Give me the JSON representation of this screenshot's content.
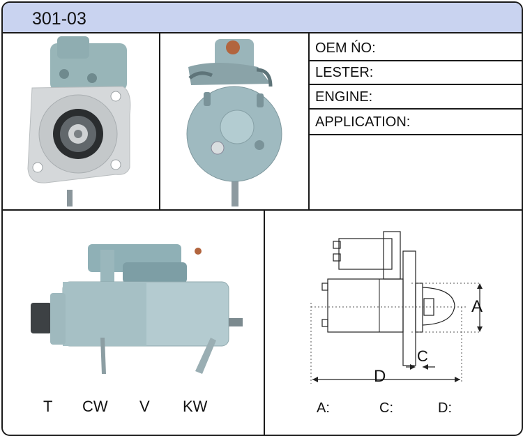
{
  "header": {
    "title": "301-03"
  },
  "spec_fields": [
    {
      "label": "OEM ŃO:"
    },
    {
      "label": "LESTER:"
    },
    {
      "label": "ENGINE:"
    },
    {
      "label": "APPLICATION:"
    }
  ],
  "rotation_labels": {
    "t": "T",
    "cw": "CW",
    "v": "V",
    "kw": "KW"
  },
  "dimensions": {
    "a": "A",
    "c": "C",
    "d": "D"
  },
  "dim_fields": {
    "a": "A:",
    "c": "C:",
    "d": "D:"
  },
  "colors": {
    "header_bg": "#c9d3f0",
    "motor_body": "#a8c3c8",
    "border": "#1a1a1a"
  }
}
